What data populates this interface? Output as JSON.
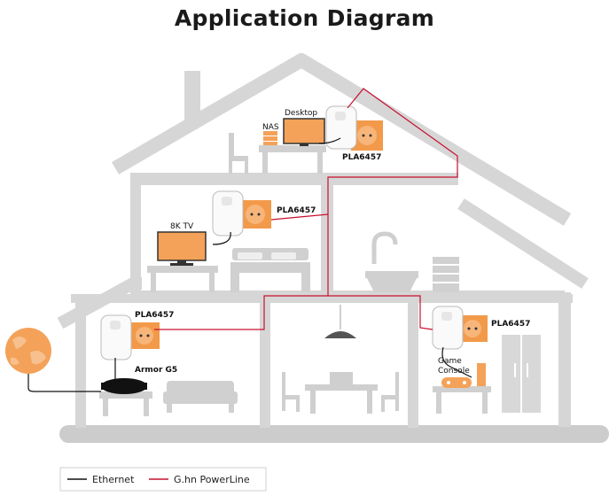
{
  "title": "Application Diagram",
  "labels": {
    "nas": "NAS",
    "desktop": "Desktop",
    "tv": "8K TV",
    "game_console_line1": "Game",
    "game_console_line2": "Console",
    "router": "Armor G5"
  },
  "adapters": {
    "attic": "PLA6457",
    "second_floor": "PLA6457",
    "ground_left": "PLA6457",
    "ground_right": "PLA6457"
  },
  "legend": {
    "ethernet": "Ethernet",
    "powerline": "G.hn PowerLine"
  },
  "colors": {
    "house_wall": "#d9d9d9",
    "house_fill": "#ffffff",
    "furniture": "#cfcfcf",
    "accent_orange": "#f4a259",
    "outlet_orange": "#f29a4a",
    "powerline_red": "#c8102e",
    "ethernet_black": "#111111"
  }
}
